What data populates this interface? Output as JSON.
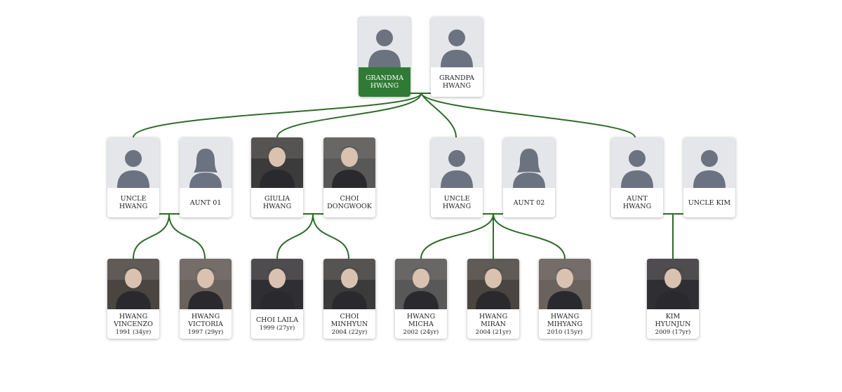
{
  "colors": {
    "line": "#2e6b2a",
    "highlight": "#2f7a35",
    "placeholder_bg": "#e4e6ea",
    "silhouette": "#6b7280"
  },
  "generation1": [
    {
      "id": "grandma-hwang",
      "name": "GRANDMA\nHWANG",
      "years": "",
      "photo": "placeholder",
      "highlight": true
    },
    {
      "id": "grandpa-hwang",
      "name": "GRANDPA\nHWANG",
      "years": "",
      "photo": "placeholder"
    }
  ],
  "generation2": [
    {
      "id": "uncle-hwang-1",
      "name": "UNCLE\nHWANG",
      "years": "",
      "photo": "placeholder"
    },
    {
      "id": "aunt-01",
      "name": "AUNT 01",
      "years": "",
      "photo": "placeholder-female"
    },
    {
      "id": "giulia-hwang",
      "name": "GIULIA\nHWANG",
      "years": "",
      "photo": "portrait"
    },
    {
      "id": "choi-dongwook",
      "name": "CHOI\nDONGWOOK",
      "years": "",
      "photo": "portrait"
    },
    {
      "id": "uncle-hwang-2",
      "name": "UNCLE\nHWANG",
      "years": "",
      "photo": "placeholder"
    },
    {
      "id": "aunt-02",
      "name": "AUNT 02",
      "years": "",
      "photo": "placeholder-female"
    },
    {
      "id": "aunt-hwang",
      "name": "AUNT\nHWANG",
      "years": "",
      "photo": "placeholder"
    },
    {
      "id": "uncle-kim",
      "name": "UNCLE KIM",
      "years": "",
      "photo": "placeholder"
    }
  ],
  "generation3": [
    {
      "id": "hwang-vincenzo",
      "name": "HWANG\nVINCENZO",
      "years": "1991 (34yr)",
      "photo": "portrait"
    },
    {
      "id": "hwang-victoria",
      "name": "HWANG\nVICTORIA",
      "years": "1997 (29yr)",
      "photo": "portrait"
    },
    {
      "id": "choi-laila",
      "name": "CHOI LAILA",
      "years": "1999 (27yr)",
      "photo": "portrait"
    },
    {
      "id": "choi-minhyun",
      "name": "CHOI\nMINHYUN",
      "years": "2004 (22yr)",
      "photo": "portrait"
    },
    {
      "id": "hwang-micha",
      "name": "HWANG\nMICHA",
      "years": "2002 (24yr)",
      "photo": "portrait"
    },
    {
      "id": "hwang-miran",
      "name": "HWANG\nMIRAN",
      "years": "2004 (21yr)",
      "photo": "portrait"
    },
    {
      "id": "hwang-mihyang",
      "name": "HWANG\nMIHYANG",
      "years": "2010 (15yr)",
      "photo": "portrait"
    },
    {
      "id": "kim-hyunjun",
      "name": "KIM\nHYUNJUN",
      "years": "2009 (17yr)",
      "photo": "portrait"
    }
  ]
}
